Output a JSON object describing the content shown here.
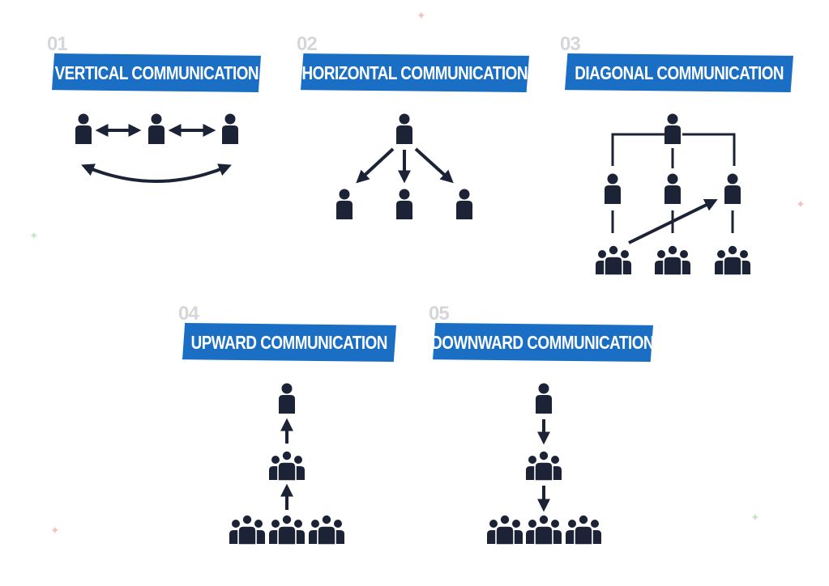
{
  "sections": [
    {
      "number": "01",
      "title": "VERTICAL COMMUNICATION"
    },
    {
      "number": "02",
      "title": "HORIZONTAL COMMUNICATION"
    },
    {
      "number": "03",
      "title": "DIAGONAL COMMUNICATION"
    },
    {
      "number": "04",
      "title": "UPWARD COMMUNICATION"
    },
    {
      "number": "05",
      "title": "DOWNWARD COMMUNICATION"
    }
  ],
  "colors": {
    "banner": "#1a6fc4",
    "icon": "#1c2336",
    "number": "#d4d6da",
    "spark_red": "#f4c2b8",
    "spark_green": "#c7e6c4"
  }
}
